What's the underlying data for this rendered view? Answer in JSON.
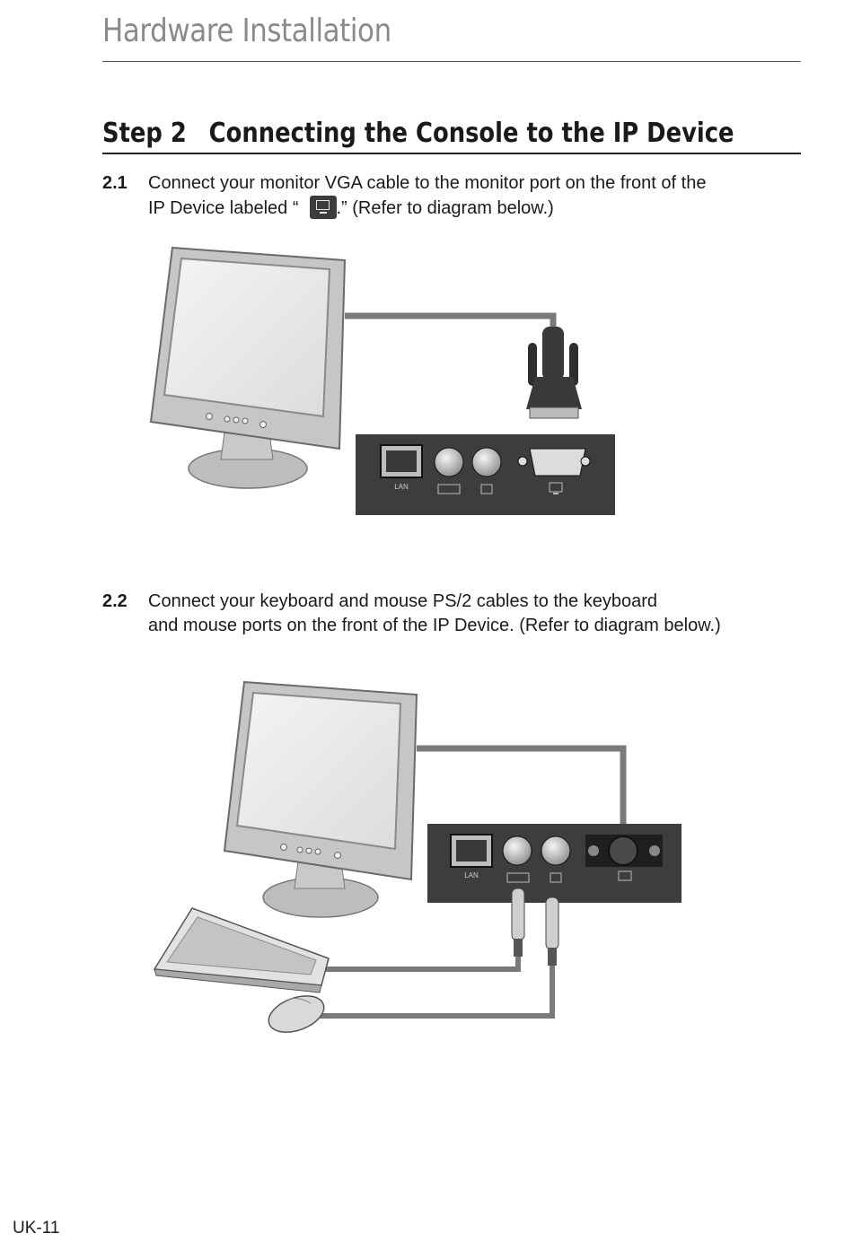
{
  "header": {
    "section_title": "Hardware Installation"
  },
  "step": {
    "number": "Step 2",
    "title": "Connecting the Console to the IP Device"
  },
  "items": [
    {
      "number": "2.1",
      "text_line1": "Connect your monitor VGA cable to the monitor port on the front of the",
      "text_line2_before": "IP Device labeled “",
      "text_line2_after": ".” (Refer to diagram below.)",
      "icon": "monitor-icon"
    },
    {
      "number": "2.2",
      "text_line1": "Connect your keyboard and mouse PS/2 cables to the keyboard",
      "text_line2": "and mouse ports on the front of the IP Device. (Refer to diagram below.)"
    }
  ],
  "device_panel": {
    "lan_label": "LAN"
  },
  "footer": {
    "page_number": "UK-11"
  },
  "colors": {
    "device_body": "#3d3d3d",
    "cable": "#7a7a7a",
    "text": "#1a1a1a",
    "header_gray": "#8a8a8a"
  }
}
